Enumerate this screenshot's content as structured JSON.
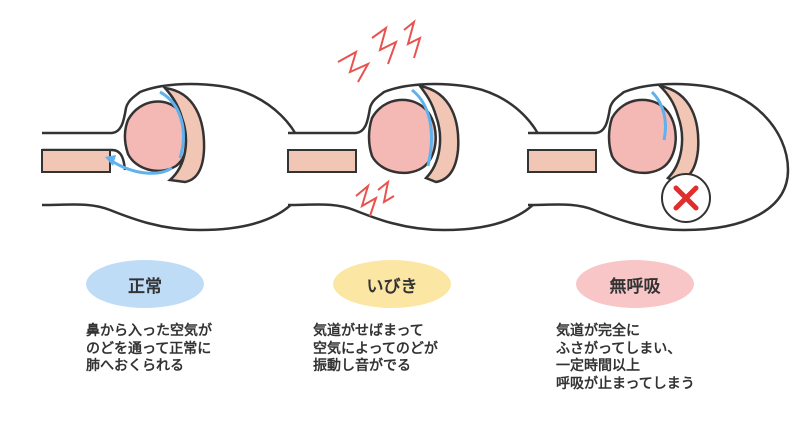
{
  "colors": {
    "normal_badge": "#bfdcf7",
    "snore_badge": "#fbe6a4",
    "apnea_badge": "#f8c6c6",
    "airflow": "#5fb2ee",
    "vibration": "#e8524f",
    "blocked_mark": "#e02d2d",
    "airway_fill": "#f1c6b4",
    "tongue_fill": "#f4b8b5"
  },
  "panels": [
    {
      "label": "正常",
      "description": [
        "鼻から入った空気が",
        "のどを通って正常に",
        "肺へおくられる"
      ]
    },
    {
      "label": "いびき",
      "description": [
        "気道がせばまって",
        "空気によってのどが",
        "振動し音がでる"
      ]
    },
    {
      "label": "無呼吸",
      "description": [
        "気道が完全に",
        "ふさがってしまい、",
        "一定時間以上",
        "呼吸が止まってしまう"
      ]
    }
  ],
  "icons": [
    "airflow-arrow-icon",
    "vibration-icon",
    "blocked-x-icon"
  ]
}
